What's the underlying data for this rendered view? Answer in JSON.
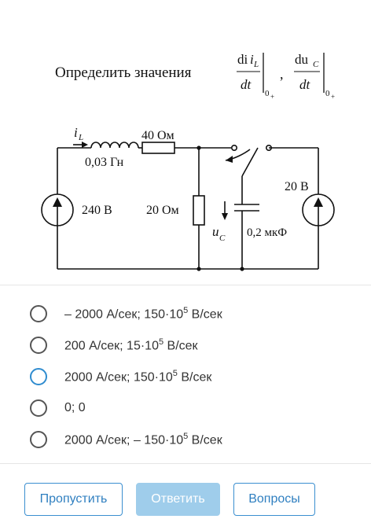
{
  "question": {
    "prompt": "Определить значения",
    "deriv1_num": "di",
    "deriv1_num_sub": "L",
    "deriv1_den": "dt",
    "deriv2_num": "du",
    "deriv2_num_sub": "C",
    "deriv2_den": "dt",
    "eval_sub": "0",
    "eval_sub_sign": "+",
    "separator": ",",
    "circuit": {
      "current_label": "i",
      "current_sub": "L",
      "inductor_label": "0,03 Гн",
      "resistor1_label": "40 Ом",
      "resistor2_label": "20 Ом",
      "source1_label": "240 В",
      "source2_label": "20 В",
      "cap_voltage_label": "u",
      "cap_voltage_sub": "C",
      "capacitor_label": "0,2 мкФ"
    }
  },
  "options": [
    {
      "pre": "– 2000 А/сек; 150·10",
      "exp": "5",
      "post": " В/сек"
    },
    {
      "pre": "200 А/сек; 15·10",
      "exp": "5",
      "post": " В/сек"
    },
    {
      "pre": "2000 А/сек; 150·10",
      "exp": "5",
      "post": " В/сек"
    },
    {
      "pre": "0; 0",
      "exp": "",
      "post": ""
    },
    {
      "pre": "2000 А/сек; – 150·10",
      "exp": "5",
      "post": " В/сек"
    }
  ],
  "buttons": {
    "skip": "Пропустить",
    "answer": "Ответить",
    "questions": "Вопросы"
  },
  "colors": {
    "accent": "#2f7fc0",
    "answer_disabled": "#9fcdeb"
  }
}
